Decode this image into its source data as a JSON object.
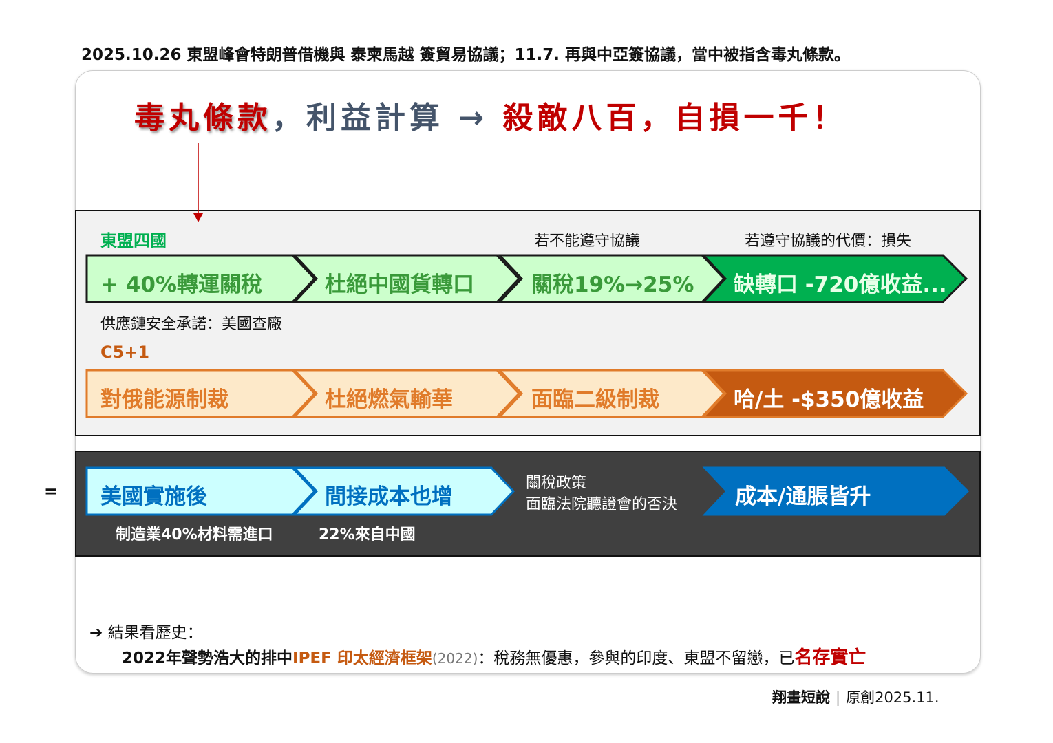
{
  "top_caption": "2025.10.26 東盟峰會特朗普借機與 泰柬馬越 簽貿易協議；11.7. 再與中亞簽協議，當中被指含毒丸條款。",
  "headline": {
    "part1": "毒丸條款",
    "part2": "，利益計算 → ",
    "part3": "殺敵八百，自損一千！"
  },
  "asean": {
    "label": "東盟四國",
    "note_a": "若不能遵守協議",
    "note_b": "若遵守協議的代價：損失",
    "steps": [
      "+ 40%轉運關稅",
      "杜絕中國貨轉口",
      "關稅19%→25%",
      "缺轉口 -720億收益..."
    ],
    "sub": "供應鏈安全承諾：美國查廠"
  },
  "c5": {
    "label": "C5+1",
    "steps": [
      "對俄能源制裁",
      "杜絕燃氣輸華",
      "面臨二級制裁",
      "哈/土 -$350億收益"
    ]
  },
  "us": {
    "equals": "=",
    "steps": [
      "美國實施後",
      "間接成本也增",
      "成本/通脹皆升"
    ],
    "mid_line1": "關稅政策",
    "mid_line2": "面臨法院聽證會的否決",
    "sub1": "制造業40%材料需進口",
    "sub2": "22%來自中國"
  },
  "history": {
    "title": "結果看歷史：",
    "t1": "2022年聲勢浩大的排中",
    "t2": "IPEF 印太經濟框架",
    "t3": "(2022)",
    "t4": "：稅務無優惠，參與的印度、東盟不留戀，已",
    "t5": "名存實亡"
  },
  "footer": {
    "author": "翔畫短說",
    "sep": "|",
    "orig": "原創2025.11."
  }
}
